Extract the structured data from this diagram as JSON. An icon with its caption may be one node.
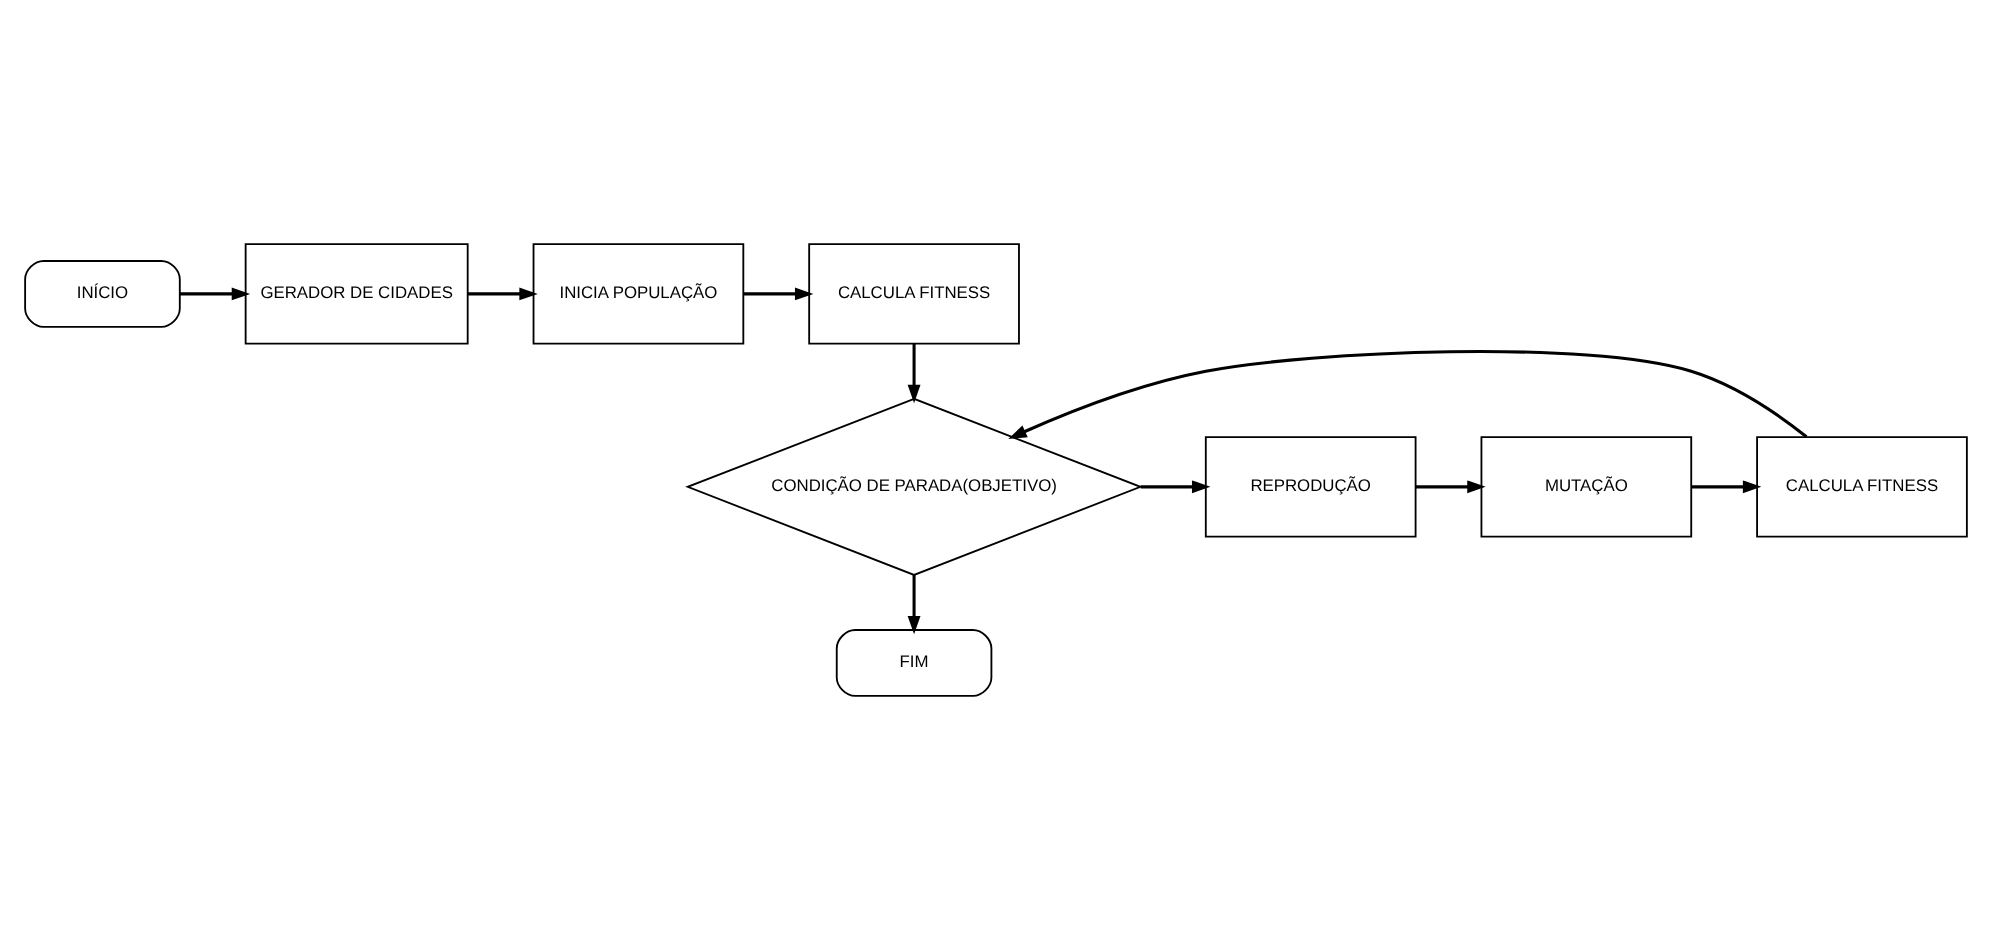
{
  "diagram": {
    "nodes": [
      {
        "text": [
          "INÍCIO"
        ]
      },
      {
        "text": [
          "GERADOR DE CIDADES"
        ]
      },
      {
        "text": [
          "INICIA POPULAÇÃO"
        ]
      },
      {
        "text": [
          "CALCULA FITNESS"
        ]
      },
      {
        "text": [
          "CONDIÇÃO DE PARADA(OBJETIVO)"
        ]
      },
      {
        "text": [
          "REPRODUÇÃO"
        ]
      },
      {
        "text": [
          "MUTAÇÃO"
        ]
      },
      {
        "text": [
          "CALCULA FITNESS"
        ]
      },
      {
        "text": [
          "FIM"
        ]
      }
    ],
    "edges": [
      {
        "from": 0,
        "to": 1,
        "arrow": "to"
      },
      {
        "from": 1,
        "to": 2,
        "arrow": "to"
      },
      {
        "from": 2,
        "to": 3,
        "arrow": "to"
      },
      {
        "from": 3,
        "to": 4,
        "arrow": "to"
      },
      {
        "from": 4,
        "to": 5,
        "arrow": "to"
      },
      {
        "from": 5,
        "to": 6,
        "arrow": "to"
      },
      {
        "from": 6,
        "to": 7,
        "arrow": "to"
      },
      {
        "from": 7,
        "to": 4,
        "arrow": "to"
      },
      {
        "from": 4,
        "to": 8,
        "arrow": "to"
      }
    ]
  }
}
